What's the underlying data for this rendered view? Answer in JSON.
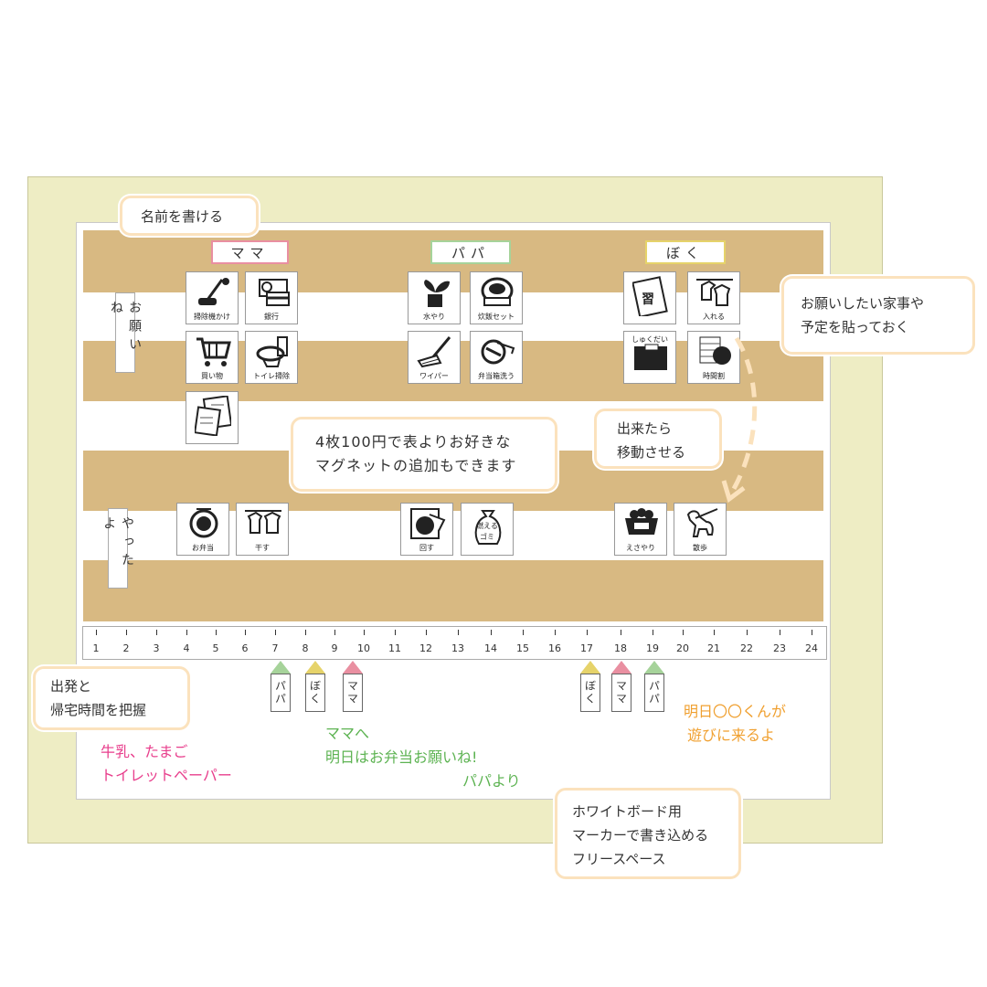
{
  "colors": {
    "stripe": "#d8b982",
    "mama": "#e98fa1",
    "papa": "#a6d39a",
    "boku": "#e6d36a",
    "pink_text": "#e83e8c",
    "green_text": "#5db352",
    "orange_text": "#f0a030",
    "bubble_border": "#fbe2bd"
  },
  "headers": {
    "mama": "ママ",
    "papa": "パパ",
    "boku": "ぼく"
  },
  "rows": {
    "request": "お願いね",
    "done": "やったよ"
  },
  "magnets": {
    "vacuum": {
      "label": "掃除機かけ",
      "icon": "vacuum-icon"
    },
    "bank": {
      "label": "銀行",
      "icon": "bank-card-icon"
    },
    "shopping": {
      "label": "買い物",
      "icon": "shopping-cart-icon"
    },
    "toilet": {
      "label": "トイレ掃除",
      "icon": "toilet-icon"
    },
    "notebook": {
      "label": "",
      "icon": "notebook-icon"
    },
    "water": {
      "label": "水やり",
      "icon": "watering-plant-icon"
    },
    "rice": {
      "label": "炊飯セット",
      "icon": "rice-cooker-icon"
    },
    "wiper": {
      "label": "ワイパー",
      "icon": "floor-wiper-icon"
    },
    "bento_wash": {
      "label": "弁当箱洗う",
      "icon": "lunchbox-wash-icon"
    },
    "practice": {
      "label": "",
      "icon": "practice-book-icon"
    },
    "put_in": {
      "label": "入れる",
      "icon": "laundry-hanger-icon"
    },
    "homework": {
      "label": "しゅくだい",
      "icon": "homework-icon"
    },
    "timetable": {
      "label": "時間割",
      "icon": "timetable-icon"
    },
    "bento": {
      "label": "お弁当",
      "icon": "bento-icon"
    },
    "hang": {
      "label": "干す",
      "icon": "hang-laundry-icon"
    },
    "wash": {
      "label": "回す",
      "icon": "washing-machine-icon"
    },
    "garbage": {
      "label": "ゴミ",
      "icon": "garbage-bag-icon"
    },
    "feed": {
      "label": "えさやり",
      "icon": "pet-food-icon"
    },
    "walk": {
      "label": "散歩",
      "icon": "dog-walk-icon"
    }
  },
  "garbage_top": "燃える",
  "ruler": [
    "1",
    "2",
    "3",
    "4",
    "5",
    "6",
    "7",
    "8",
    "9",
    "10",
    "11",
    "12",
    "13",
    "14",
    "15",
    "16",
    "17",
    "18",
    "19",
    "20",
    "21",
    "22",
    "23",
    "24"
  ],
  "pins": [
    {
      "label": "パパ",
      "color": "#a6d39a"
    },
    {
      "label": "ぼく",
      "color": "#e6d36a"
    },
    {
      "label": "ママ",
      "color": "#e98fa1"
    },
    {
      "label": "ぼく",
      "color": "#e6d36a"
    },
    {
      "label": "ママ",
      "color": "#e98fa1"
    },
    {
      "label": "パパ",
      "color": "#a6d39a"
    }
  ],
  "bubbles": {
    "name": "名前を書ける",
    "request_1": "お願いしたい家事や",
    "request_2": "予定を貼っておく",
    "magnet_1": "4枚100円で表よりお好きな",
    "magnet_2": "マグネットの追加もできます",
    "move_1": "出来たら",
    "move_2": "移動させる",
    "time_1": "出発と",
    "time_2": "帰宅時間を把握",
    "free_1": "ホワイトボード用",
    "free_2": "マーカーで書き込める",
    "free_3": "フリースペース"
  },
  "handwriting": {
    "pink_1": "牛乳、たまご",
    "pink_2": "トイレットペーパー",
    "green_1": "ママへ",
    "green_2": "明日はお弁当お願いね!",
    "green_3": "パパより",
    "orange_1": "明日〇〇くんが",
    "orange_2": "遊びに来るよ"
  }
}
